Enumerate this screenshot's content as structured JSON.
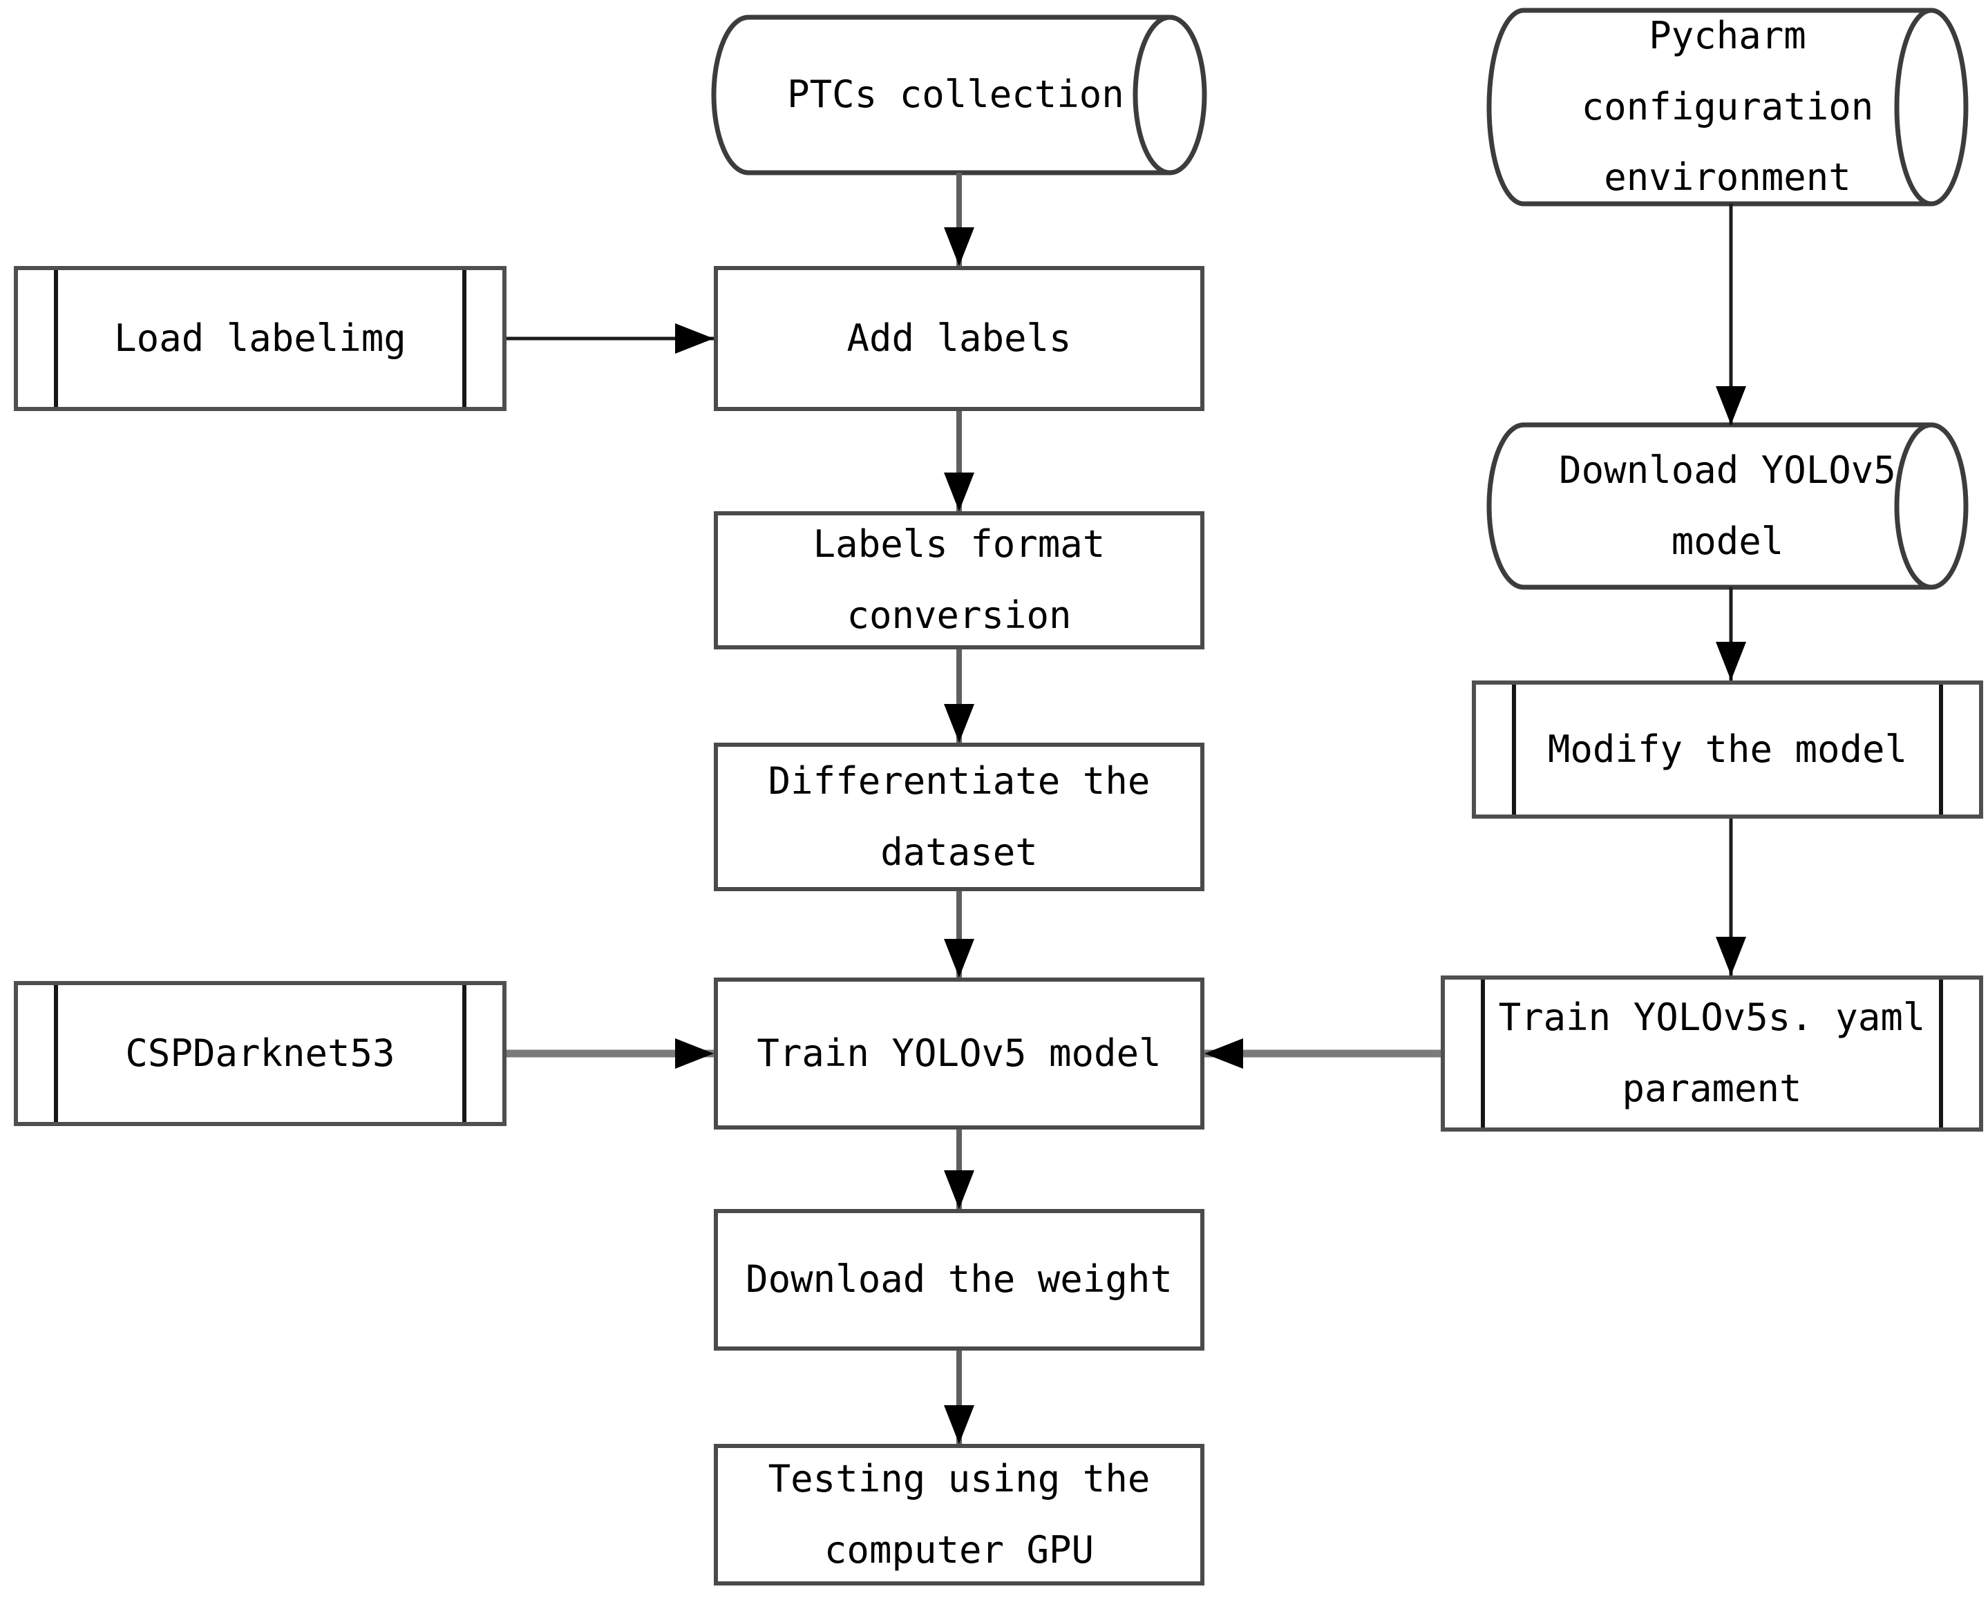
{
  "diagram": {
    "type": "flowchart",
    "nodes": {
      "ptcs": {
        "label": "PTCs collection",
        "shape": "cylinder"
      },
      "pycharm": {
        "label": "Pycharm configuration environment",
        "shape": "cylinder"
      },
      "load_labelimg": {
        "label": "Load labelimg",
        "shape": "predefined-process"
      },
      "add_labels": {
        "label": "Add labels",
        "shape": "process"
      },
      "labels_format": {
        "label": "Labels format conversion",
        "shape": "process"
      },
      "download_yolov5": {
        "label": "Download YOLOv5 model",
        "shape": "cylinder"
      },
      "differentiate": {
        "label": "Differentiate the dataset",
        "shape": "process"
      },
      "modify_model": {
        "label": "Modify the model",
        "shape": "predefined-process"
      },
      "cspdarknet53": {
        "label": "CSPDarknet53",
        "shape": "predefined-process"
      },
      "train_yolov5": {
        "label": "Train YOLOv5 model",
        "shape": "process"
      },
      "train_yaml": {
        "label": "Train YOLOv5s. yaml parament",
        "shape": "predefined-process"
      },
      "download_weight": {
        "label": "Download the weight",
        "shape": "process"
      },
      "testing_gpu": {
        "label": "Testing using the computer GPU",
        "shape": "process"
      }
    },
    "edges": [
      {
        "from": "ptcs",
        "to": "add_labels"
      },
      {
        "from": "load_labelimg",
        "to": "add_labels"
      },
      {
        "from": "add_labels",
        "to": "labels_format"
      },
      {
        "from": "labels_format",
        "to": "differentiate"
      },
      {
        "from": "differentiate",
        "to": "train_yolov5"
      },
      {
        "from": "cspdarknet53",
        "to": "train_yolov5"
      },
      {
        "from": "pycharm",
        "to": "download_yolov5"
      },
      {
        "from": "download_yolov5",
        "to": "modify_model"
      },
      {
        "from": "modify_model",
        "to": "train_yaml"
      },
      {
        "from": "train_yaml",
        "to": "train_yolov5"
      },
      {
        "from": "train_yolov5",
        "to": "download_weight"
      },
      {
        "from": "download_weight",
        "to": "testing_gpu"
      }
    ],
    "colors": {
      "background": "#ffffff",
      "box_border": "#4a4a4a",
      "text": "#000000",
      "arrow_stem_gray": "#5f5f5f",
      "arrow_stem_dark": "#1c1c1c",
      "arrow_head": "#000000"
    }
  }
}
